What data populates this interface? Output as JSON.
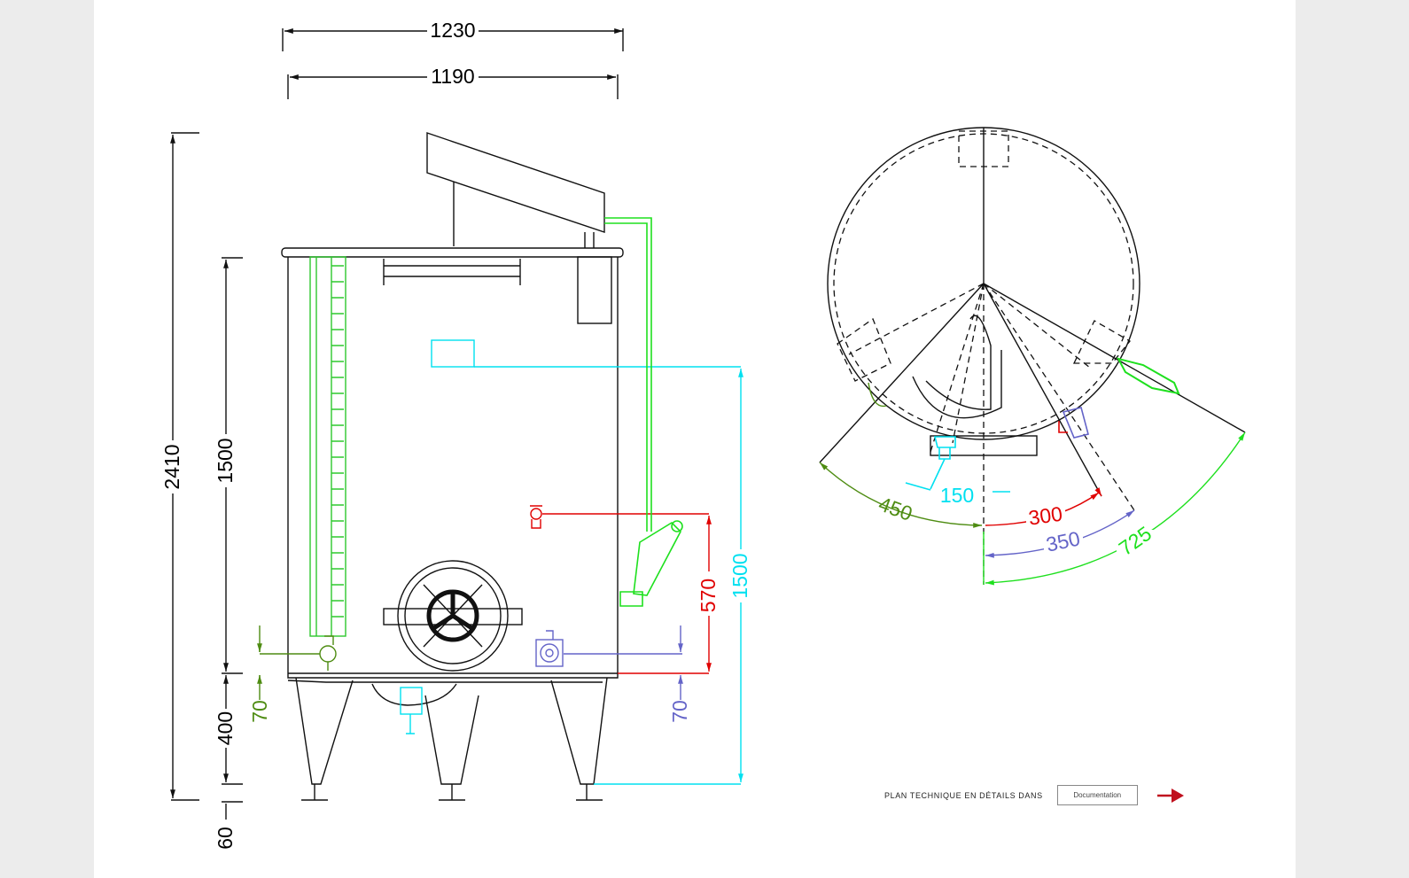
{
  "elevation": {
    "dims": {
      "overall_width": "1230",
      "inner_width": "1190",
      "overall_height": "2410",
      "body_height": "1500",
      "leg_height": "400",
      "foot_height": "60"
    },
    "colored_dims": {
      "cyan_height": "1500",
      "red_height": "570",
      "blue_height": "70",
      "olive_height": "70"
    }
  },
  "plan": {
    "dims": {
      "olive_arc": "450",
      "cyan_offset": "150",
      "red_arc": "300",
      "blue_arc": "350",
      "green_arc": "725"
    }
  },
  "footer": {
    "label": "PLAN TECHNIQUE EN DÉTAILS DANS",
    "button": "Documentation",
    "arrow_icon": "arrow-right-icon"
  },
  "colors": {
    "cyan": "#00e0f0",
    "green": "#1ee01e",
    "olive": "#4e8c12",
    "red": "#e00000",
    "blue": "#6464c8",
    "arrow": "#c0101e"
  }
}
